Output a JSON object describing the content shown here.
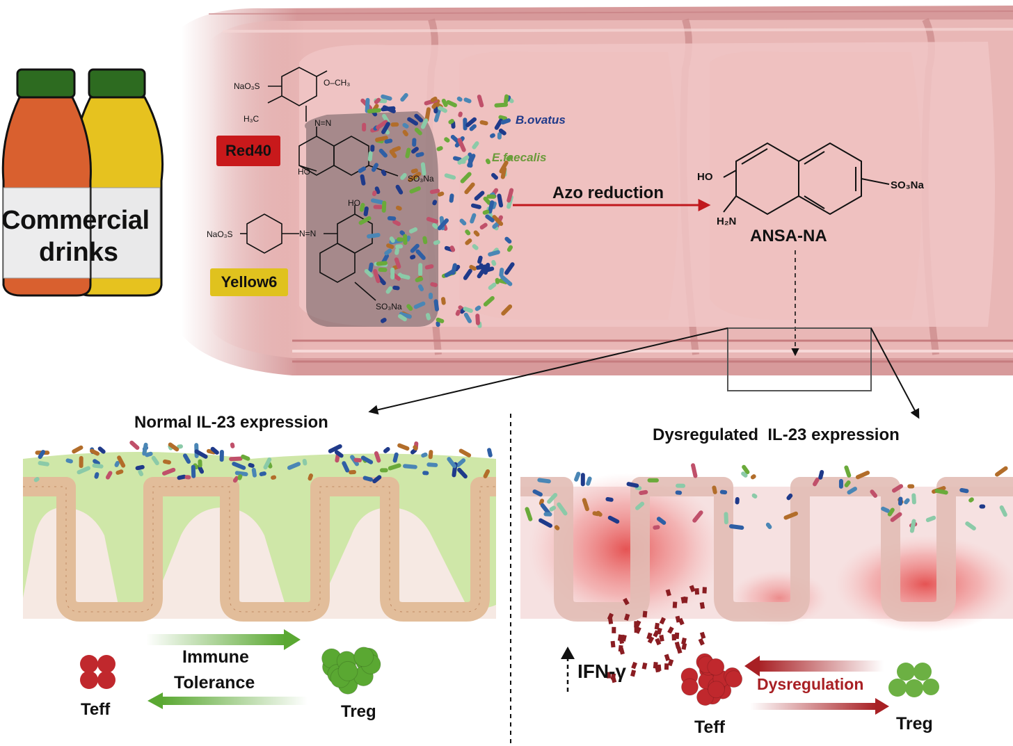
{
  "drinks": {
    "line1": "Commercial",
    "line2": "drinks"
  },
  "dyes": {
    "red_label": "Red40",
    "yellow_label": "Yellow6",
    "red_color": "#c8191b",
    "yellow_color": "#e0c21e"
  },
  "red40_groups": {
    "naso3s": "NaO₃S",
    "och3": "O–CH₃",
    "h3c": "H₃C",
    "ho": "HO",
    "so3na": "SO₃Na",
    "azo": "N=N"
  },
  "yellow6_groups": {
    "naso3s": "NaO₃S",
    "ho": "HO",
    "so3na": "SO₃Na",
    "azo": "N=N"
  },
  "bacteria": {
    "b_ovatus": "B.ovatus",
    "e_faecalis": "E.faecalis",
    "b_color": "#1f3a8a",
    "e_color": "#6a9a3a"
  },
  "reaction": {
    "label": "Azo reduction",
    "color": "#c0181d"
  },
  "product": {
    "name": "ANSA-NA",
    "ho": "HO",
    "h2n": "H₂N",
    "so3na": "SO₃Na"
  },
  "left_panel": {
    "title": "Normal IL-23 expression",
    "immune_line1": "Immune",
    "immune_line2": "Tolerance",
    "teff": "Teff",
    "treg": "Treg",
    "arrow_color": "#5aa832"
  },
  "right_panel": {
    "title": "Dysregulated  IL-23 expression",
    "ifn": "IFN-γ",
    "dysregulation": "Dysregulation",
    "teff": "Teff",
    "treg": "Treg",
    "arrow_color": "#a82024"
  }
}
